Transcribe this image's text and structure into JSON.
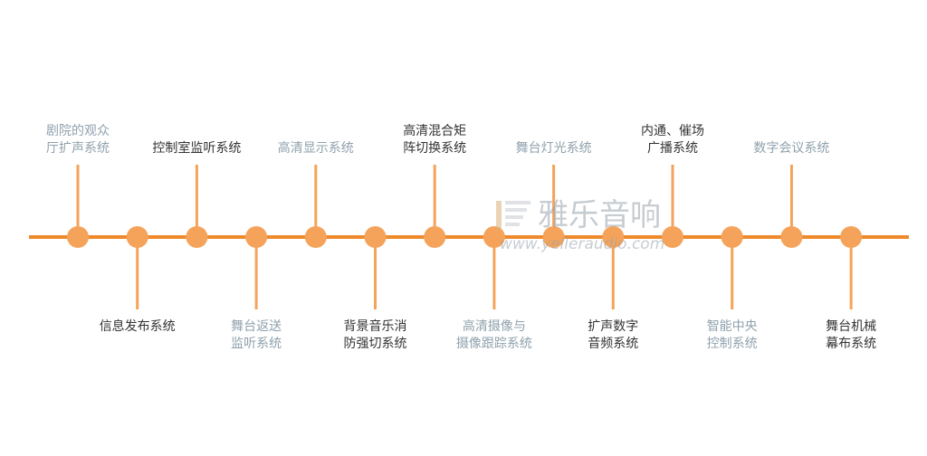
{
  "colors": {
    "accent": "#f5a35a",
    "main_line": "#ef8a2c",
    "dark_text": "#333333",
    "light_text": "#8fa1ad"
  },
  "watermark": {
    "title": "雅乐音响",
    "url": "www.yelleraudio.com",
    "icon": "speaker-bars-logo-icon"
  },
  "nodes": [
    {
      "side": "top",
      "tone": "light",
      "lines": [
        "剧院的观众",
        "厅扩声系统"
      ]
    },
    {
      "side": "bottom",
      "tone": "dark",
      "lines": [
        "信息发布系统"
      ]
    },
    {
      "side": "top",
      "tone": "dark",
      "lines": [
        "控制室监听系统"
      ]
    },
    {
      "side": "bottom",
      "tone": "light",
      "lines": [
        "舞台返送",
        "监听系统"
      ]
    },
    {
      "side": "top",
      "tone": "light",
      "lines": [
        "高清显示系统"
      ]
    },
    {
      "side": "bottom",
      "tone": "dark",
      "lines": [
        "背景音乐消",
        "防强切系统"
      ]
    },
    {
      "side": "top",
      "tone": "dark",
      "lines": [
        "高清混合矩",
        "阵切换系统"
      ]
    },
    {
      "side": "bottom",
      "tone": "light",
      "lines": [
        "高清摄像与",
        "摄像跟踪系统"
      ]
    },
    {
      "side": "top",
      "tone": "light",
      "lines": [
        "舞台灯光系统"
      ]
    },
    {
      "side": "bottom",
      "tone": "dark",
      "lines": [
        "扩声数字",
        "音频系统"
      ]
    },
    {
      "side": "top",
      "tone": "dark",
      "lines": [
        "内通、催场",
        "广播系统"
      ]
    },
    {
      "side": "bottom",
      "tone": "light",
      "lines": [
        "智能中央",
        "控制系统"
      ]
    },
    {
      "side": "top",
      "tone": "light",
      "lines": [
        "数字会议系统"
      ]
    },
    {
      "side": "bottom",
      "tone": "dark",
      "lines": [
        "舞台机械",
        "幕布系统"
      ]
    }
  ]
}
